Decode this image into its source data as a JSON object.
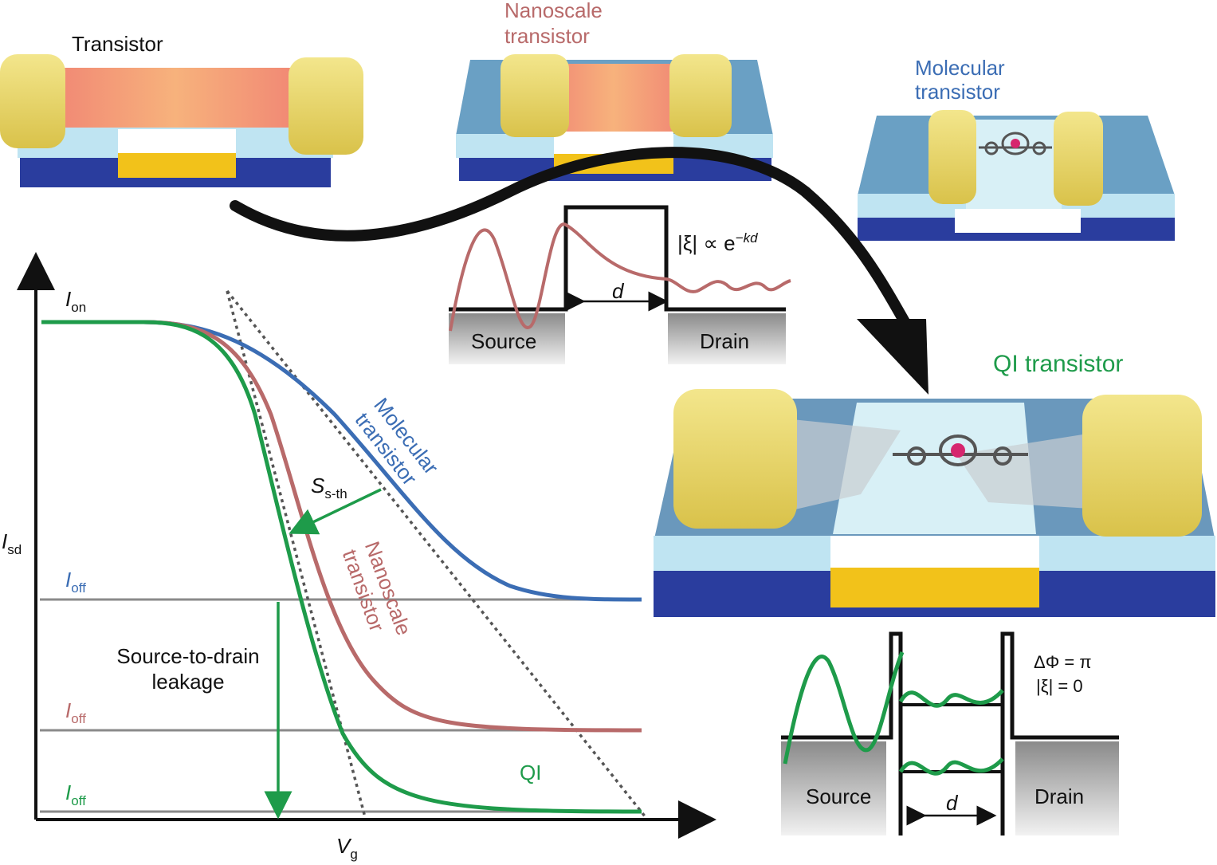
{
  "devices": {
    "transistor": "Transistor",
    "nanoscale": [
      "Nanoscale",
      "transistor"
    ],
    "molecular": [
      "Molecular",
      "transistor"
    ],
    "qi": "QI transistor"
  },
  "barrier_top": {
    "source": "Source",
    "drain": "Drain",
    "d": "d",
    "formula_main": "|ξ| ∝ e",
    "formula_exp": "−kd"
  },
  "barrier_bottom": {
    "source": "Source",
    "drain": "Drain",
    "d": "d",
    "phase": "ΔΦ = π",
    "xi": "|ξ| = 0"
  },
  "chart_data": {
    "type": "line",
    "xlabel": "V",
    "xlabel_sub": "g",
    "ylabel": "I",
    "ylabel_sub": "sd",
    "on_label": {
      "main": "I",
      "sub": "on"
    },
    "off_labels": [
      {
        "main": "I",
        "sub": "off",
        "color": "#3b6db4"
      },
      {
        "main": "I",
        "sub": "off",
        "color": "#b86a6a"
      },
      {
        "main": "I",
        "sub": "off",
        "color": "#1e9b4a"
      }
    ],
    "slope_label": {
      "main": "S",
      "sub": "s-th"
    },
    "leakage": [
      "Source-to-drain",
      "leakage"
    ],
    "series": [
      {
        "name": "Molecular transistor",
        "label": [
          "Molecular",
          "transistor"
        ],
        "color": "#3b6db4"
      },
      {
        "name": "Nanoscale transistor",
        "label": [
          "Nanoscale",
          "transistor"
        ],
        "color": "#b86a6a"
      },
      {
        "name": "QI",
        "label": [
          "QI"
        ],
        "color": "#1e9b4a"
      }
    ]
  },
  "colors": {
    "molecular": "#3b6db4",
    "nanoscale": "#b86a6a",
    "qi": "#1e9b4a",
    "gold": "#e8d870",
    "gate": "#f2c21a",
    "base": "#2a3d9e",
    "oxide": "#bfe4f2"
  }
}
